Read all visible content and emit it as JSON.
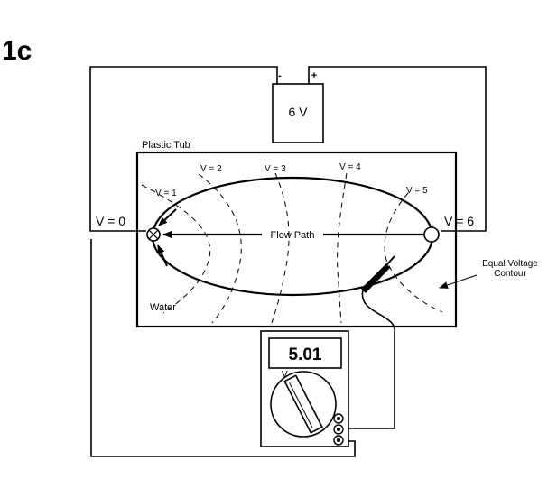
{
  "figure_label": "1c",
  "battery": {
    "label": "6 V",
    "negative": "-",
    "positive": "+"
  },
  "tub_label": "Plastic Tub",
  "water_label": "Water",
  "left_electrode": "V = 0",
  "right_electrode": "V = 6",
  "flow_path": "Flow Path",
  "contours": [
    "V = 1",
    "V = 2",
    "V = 3",
    "V = 4",
    "V = 5"
  ],
  "contour_label": {
    "line1": "Equal Voltage",
    "line2": "Contour"
  },
  "meter": {
    "reading": "5.01",
    "unit": "V"
  }
}
